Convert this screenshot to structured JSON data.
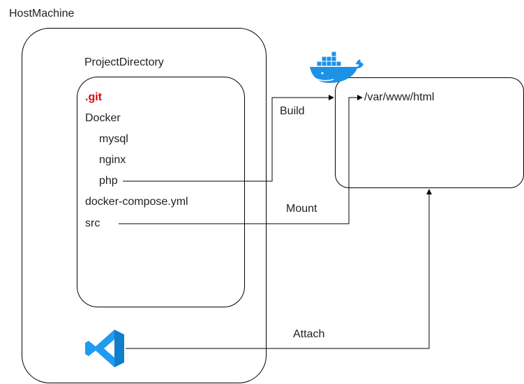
{
  "host": {
    "title": "HostMachine"
  },
  "project": {
    "title": "ProjectDirectory",
    "items": [
      ".git",
      "Docker",
      "mysql",
      "nginx",
      "php",
      "docker-compose.yml",
      "src"
    ]
  },
  "container": {
    "path": "/var/www/html"
  },
  "edges": {
    "build": "Build",
    "mount": "Mount",
    "attach": "Attach"
  },
  "colors": {
    "git": "#e00000",
    "docker_blue": "#1d91e6",
    "vscode_blue": "#1f9cf0"
  },
  "icons": {
    "container_logo": "docker-whale-icon",
    "editor_logo": "vscode-icon"
  }
}
